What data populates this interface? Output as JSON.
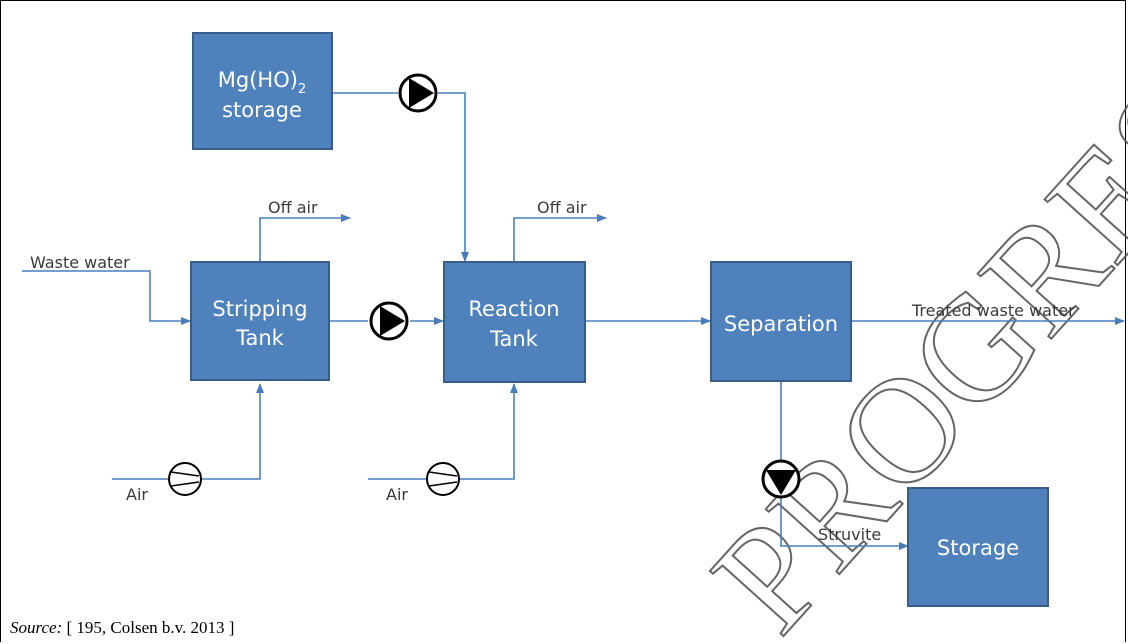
{
  "boxes": {
    "mg_storage": {
      "line1": "Mg(HO)",
      "sub": "2",
      "line2": "storage"
    },
    "stripping": {
      "line1": "Stripping",
      "line2": "Tank"
    },
    "reaction": {
      "line1": "Reaction",
      "line2": "Tank"
    },
    "separation": {
      "label": "Separation"
    },
    "storage": {
      "label": "Storage"
    }
  },
  "labels": {
    "waste_water": "Waste water",
    "off_air_1": "Off air",
    "off_air_2": "Off air",
    "air_1": "Air",
    "air_2": "Air",
    "treated": "Treated waste water",
    "struvite": "Struvite"
  },
  "source": {
    "prefix": "Source:",
    "text": " [ 195, Colsen b.v. 2013 ]"
  },
  "watermark": {
    "text": "PROGRESS"
  },
  "colors": {
    "box_fill": "#4f81bd",
    "flow": "#4a7ebb"
  }
}
